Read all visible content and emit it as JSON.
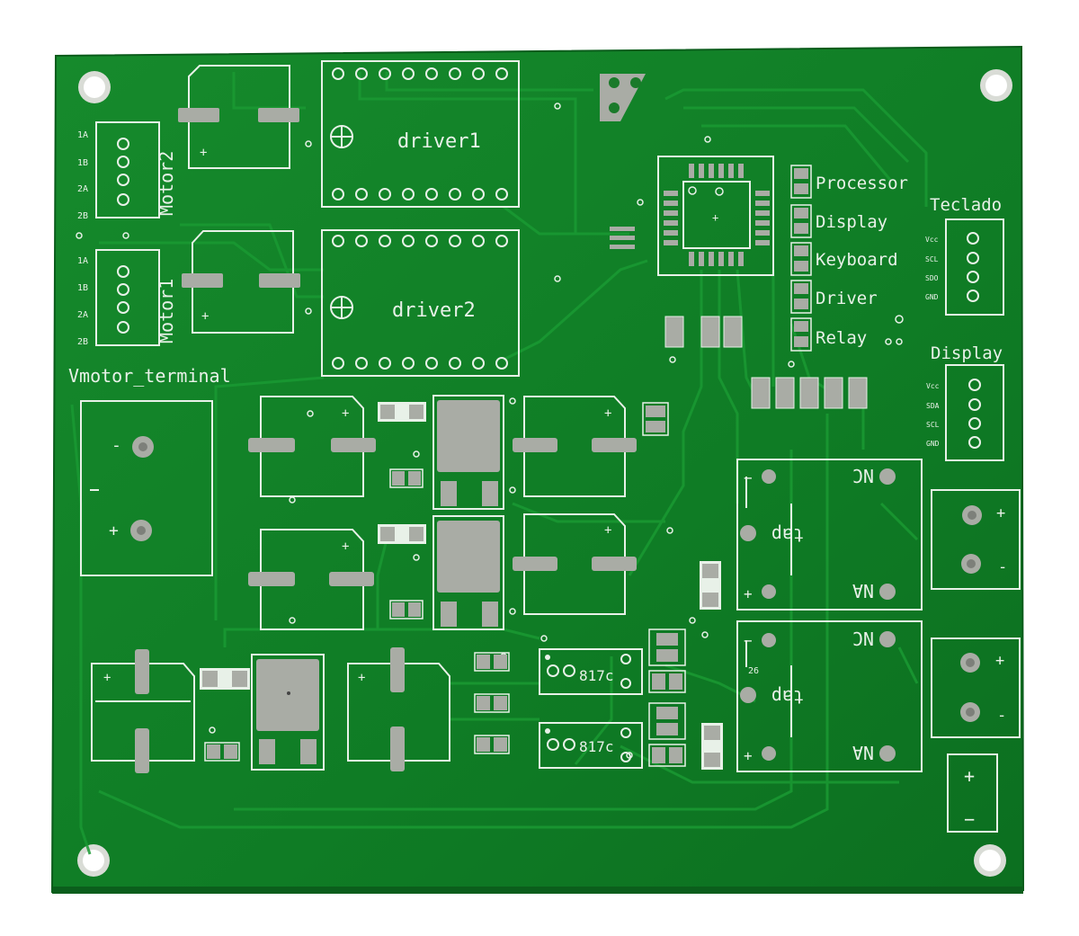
{
  "board": {
    "substrate_color": "#0f7a24",
    "copper_color": "#138a2b",
    "silk_color": "#e8f1e8",
    "pad_color": "#a9aca5",
    "dark_pad_color": "#2b2f2a"
  },
  "labels": {
    "driver1": "driver1",
    "driver2": "driver2",
    "motor2": "Motor2",
    "motor1": "Motor1",
    "vmotor": "Vmotor_terminal",
    "processor": "Processor",
    "display_led": "Display",
    "keyboard": "Keyboard",
    "driver_led": "Driver",
    "relay": "Relay",
    "teclado": "Teclado",
    "display_hdr": "Display",
    "opto1": "817c",
    "opto2": "817c",
    "relay_nc": "NC",
    "relay_tap": "tap",
    "relay_na": "NA",
    "num26": "26",
    "plus": "+",
    "minus": "-",
    "minus_bar": "−"
  },
  "pins": {
    "motor": [
      "1A",
      "1B",
      "2A",
      "2B"
    ],
    "teclado": [
      "Vcc",
      "SCL",
      "SDO",
      "GND"
    ],
    "display": [
      "Vcc",
      "SDA",
      "SCL",
      "GND"
    ]
  }
}
